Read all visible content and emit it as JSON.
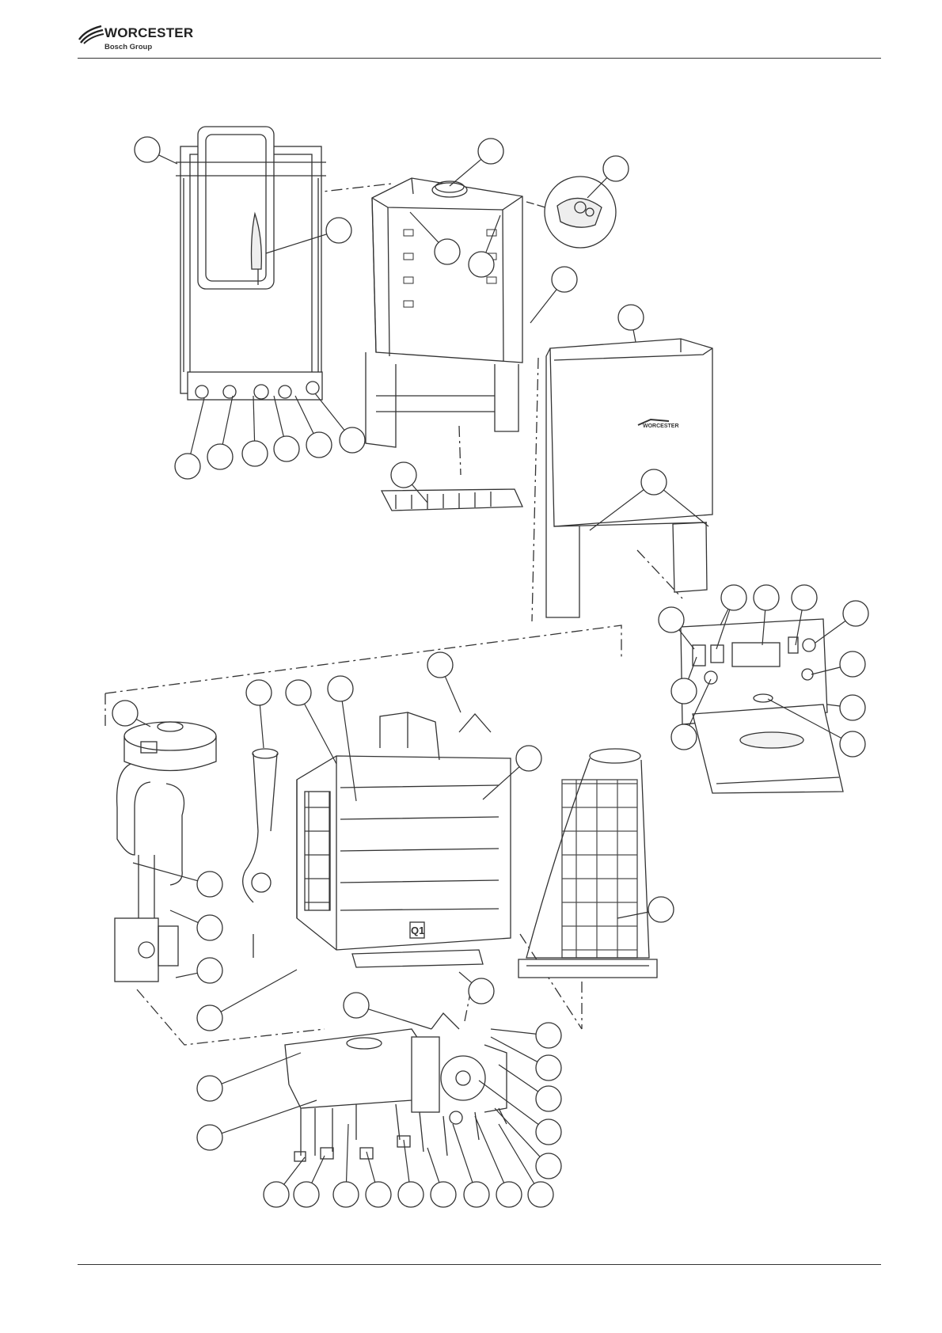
{
  "header": {
    "brand": "WORCESTER",
    "subbrand": "Bosch Group",
    "logo_icon": "worcester-swoosh-icon"
  },
  "diagram": {
    "panel_brand_mark": "WORCESTER",
    "heat_exchanger_mark": "Q1"
  }
}
